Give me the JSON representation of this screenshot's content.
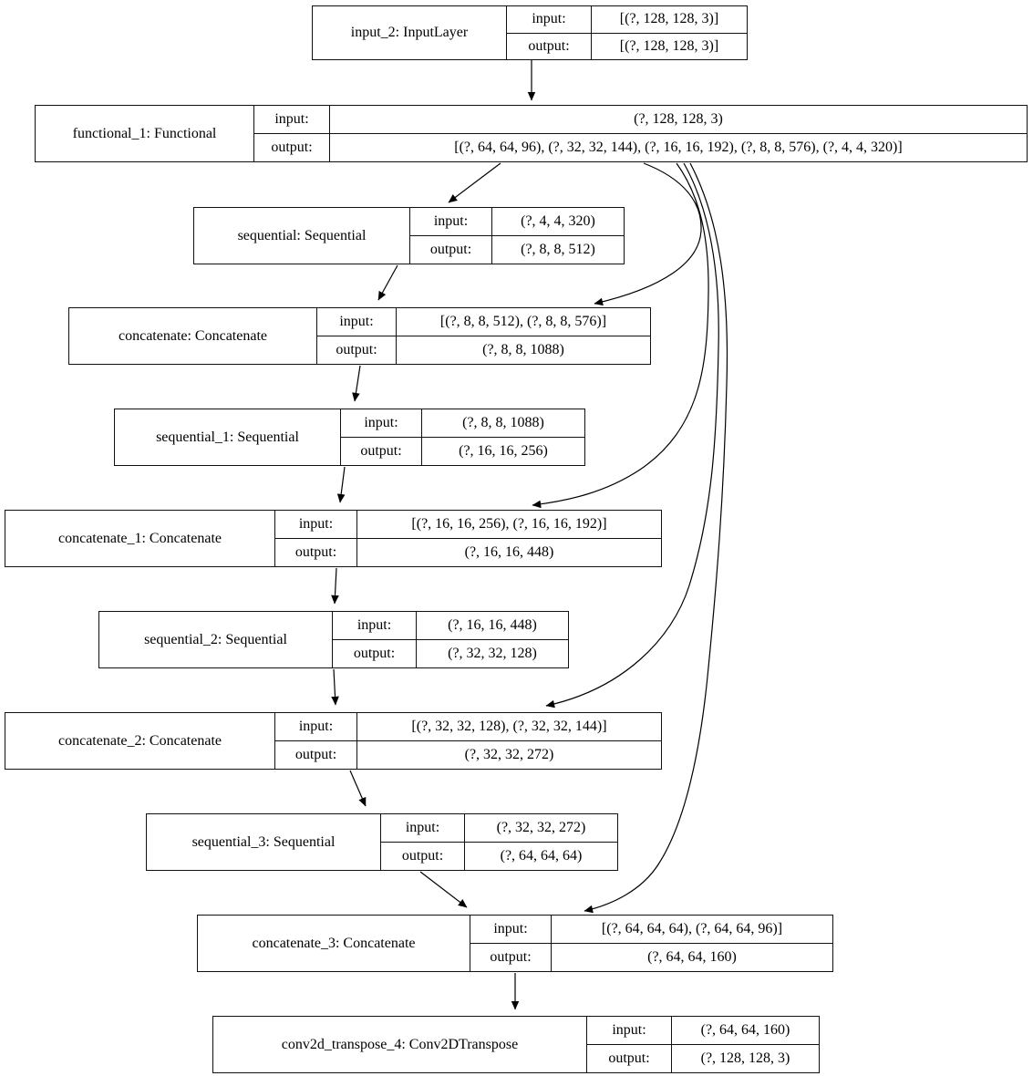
{
  "diagram": {
    "type": "keras-model-architecture",
    "labels": {
      "input": "input:",
      "output": "output:"
    },
    "colors": {
      "stroke": "#000000",
      "background": "#ffffff",
      "text": "#000000"
    },
    "nodes": [
      {
        "id": "input_2",
        "label": "input_2: InputLayer",
        "input": "[(?, 128, 128, 3)]",
        "output": "[(?, 128, 128, 3)]"
      },
      {
        "id": "functional_1",
        "label": "functional_1: Functional",
        "input": "(?, 128, 128, 3)",
        "output": "[(?, 64, 64, 96), (?, 32, 32, 144), (?, 16, 16, 192), (?, 8, 8, 576), (?, 4, 4, 320)]"
      },
      {
        "id": "sequential",
        "label": "sequential: Sequential",
        "input": "(?, 4, 4, 320)",
        "output": "(?, 8, 8, 512)"
      },
      {
        "id": "concatenate",
        "label": "concatenate: Concatenate",
        "input": "[(?, 8, 8, 512), (?, 8, 8, 576)]",
        "output": "(?, 8, 8, 1088)"
      },
      {
        "id": "sequential_1",
        "label": "sequential_1: Sequential",
        "input": "(?, 8, 8, 1088)",
        "output": "(?, 16, 16, 256)"
      },
      {
        "id": "concatenate_1",
        "label": "concatenate_1: Concatenate",
        "input": "[(?, 16, 16, 256), (?, 16, 16, 192)]",
        "output": "(?, 16, 16, 448)"
      },
      {
        "id": "sequential_2",
        "label": "sequential_2: Sequential",
        "input": "(?, 16, 16, 448)",
        "output": "(?, 32, 32, 128)"
      },
      {
        "id": "concatenate_2",
        "label": "concatenate_2: Concatenate",
        "input": "[(?, 32, 32, 128), (?, 32, 32, 144)]",
        "output": "(?, 32, 32, 272)"
      },
      {
        "id": "sequential_3",
        "label": "sequential_3: Sequential",
        "input": "(?, 32, 32, 272)",
        "output": "(?, 64, 64, 64)"
      },
      {
        "id": "concatenate_3",
        "label": "concatenate_3: Concatenate",
        "input": "[(?, 64, 64, 64), (?, 64, 64, 96)]",
        "output": "(?, 64, 64, 160)"
      },
      {
        "id": "conv2d_transpose_4",
        "label": "conv2d_transpose_4: Conv2DTranspose",
        "input": "(?, 64, 64, 160)",
        "output": "(?, 128, 128, 3)"
      }
    ],
    "edges": [
      {
        "from": "input_2",
        "to": "functional_1"
      },
      {
        "from": "functional_1",
        "to": "sequential"
      },
      {
        "from": "functional_1",
        "to": "concatenate"
      },
      {
        "from": "functional_1",
        "to": "concatenate_1"
      },
      {
        "from": "functional_1",
        "to": "concatenate_2"
      },
      {
        "from": "functional_1",
        "to": "concatenate_3"
      },
      {
        "from": "sequential",
        "to": "concatenate"
      },
      {
        "from": "concatenate",
        "to": "sequential_1"
      },
      {
        "from": "sequential_1",
        "to": "concatenate_1"
      },
      {
        "from": "concatenate_1",
        "to": "sequential_2"
      },
      {
        "from": "sequential_2",
        "to": "concatenate_2"
      },
      {
        "from": "concatenate_2",
        "to": "sequential_3"
      },
      {
        "from": "sequential_3",
        "to": "concatenate_3"
      },
      {
        "from": "concatenate_3",
        "to": "conv2d_transpose_4"
      }
    ]
  }
}
